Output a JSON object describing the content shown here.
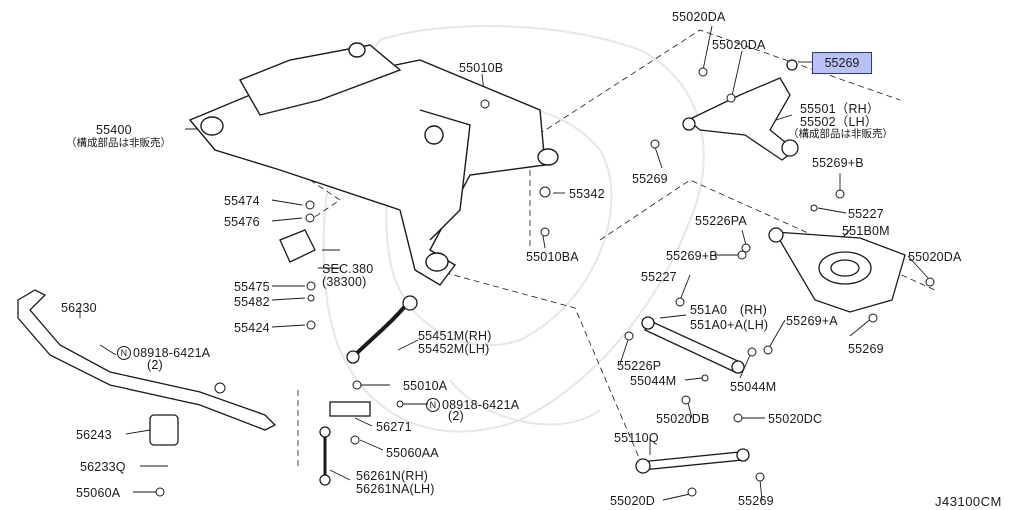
{
  "diagram_code": "J43100CM",
  "parts": {
    "p55020DA_top": "55020DA",
    "p55020DA_mid": "55020DA",
    "p55269_sel": "55269",
    "p55010B": "55010B",
    "p55400": "55400",
    "p55400_note": "（構成部品は非販売）",
    "p55501": "55501（RH）",
    "p55502": "55502（LH）",
    "p55502_note": "（構成部品は非販売）",
    "p55269_upper": "55269",
    "p55269B_a": "55269+B",
    "p55227_a": "55227",
    "p55342": "55342",
    "p55474": "55474",
    "p55476": "55476",
    "p55226PA": "55226PA",
    "p551B0M": "551B0M",
    "p55010BA": "55010BA",
    "p55269B_b": "55269+B",
    "pSEC380": "SEC.380",
    "pSEC380b": "(38300)",
    "p55020DA_right": "55020DA",
    "p55475": "55475",
    "p55227_b": "55227",
    "p55482": "55482",
    "p56230": "56230",
    "p551A0": "551A0　(RH)",
    "p551A0A": "551A0+A(LH)",
    "p55269A": "55269+A",
    "p55424": "55424",
    "p55451M": "55451M(RH)",
    "p55452M": "55452M(LH)",
    "p55269_lower": "55269",
    "n08918_a": "08918-6421A",
    "n08918_a_qty": "(2)",
    "p55226P": "55226P",
    "p55044M_a": "55044M",
    "p55044M_b": "55044M",
    "p55010A": "55010A",
    "n08918_b": "08918-6421A",
    "n08918_b_qty": "(2)",
    "p55020DB": "55020DB",
    "p55020DC": "55020DC",
    "p56271": "56271",
    "p56243": "56243",
    "p55110Q": "55110Q",
    "p55060AA": "55060AA",
    "p56233Q": "56233Q",
    "p56261N": "56261N(RH)",
    "p56261NA": "56261NA(LH)",
    "p55060A": "55060A",
    "p55020D": "55020D",
    "p55269_bottom": "55269",
    "n_symbol": "N"
  },
  "colors": {
    "highlight_fill": "#b9c2f4",
    "highlight_border": "#2b3a8f",
    "line": "#1a1a1a"
  }
}
